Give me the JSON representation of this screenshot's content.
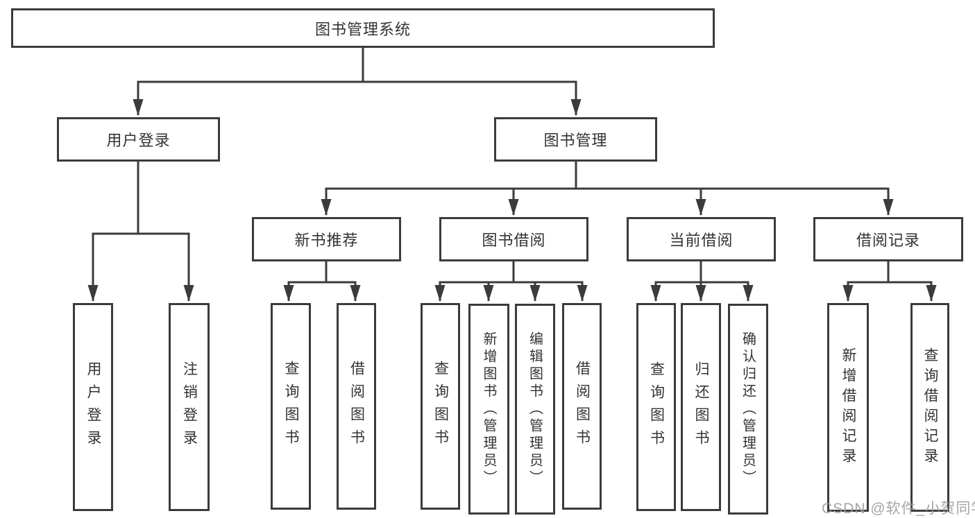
{
  "root": {
    "label": "图书管理系统"
  },
  "branches": [
    {
      "label": "用户登录"
    },
    {
      "label": "图书管理"
    }
  ],
  "sections": [
    {
      "label": "新书推荐"
    },
    {
      "label": "图书借阅"
    },
    {
      "label": "当前借阅"
    },
    {
      "label": "借阅记录"
    }
  ],
  "leaves": [
    {
      "label": "用户登录"
    },
    {
      "label": "注销登录"
    },
    {
      "label": "查询图书"
    },
    {
      "label": "借阅图书"
    },
    {
      "label": "查询图书"
    },
    {
      "label": "新增图书（管理员）"
    },
    {
      "label": "编辑图书（管理员）"
    },
    {
      "label": "借阅图书"
    },
    {
      "label": "查询图书"
    },
    {
      "label": "归还图书"
    },
    {
      "label": "确认归还（管理员）"
    },
    {
      "label": "新增借阅记录"
    },
    {
      "label": "查询借阅记录"
    }
  ],
  "watermark": "CSDN @软件_小贺同学",
  "colors": {
    "line": "#3b3b3b",
    "text": "#333333",
    "background": "#ffffff",
    "watermark": "#9c9c9c"
  }
}
